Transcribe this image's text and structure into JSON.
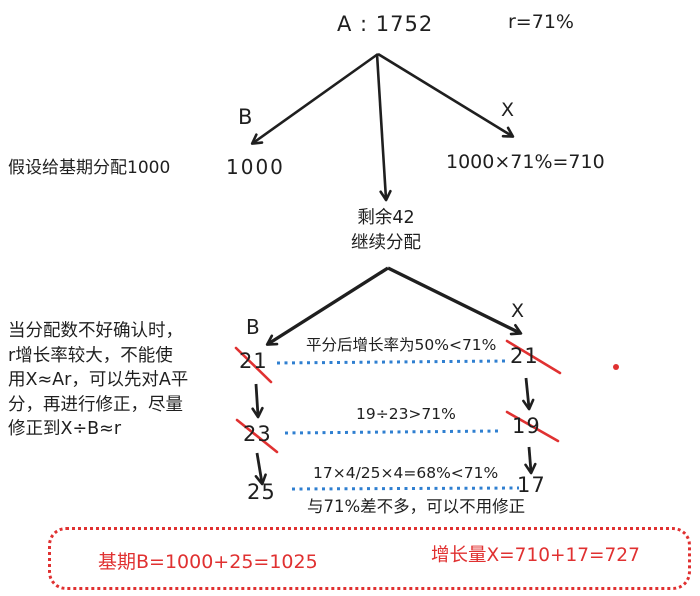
{
  "colors": {
    "ink": "#1f1f1f",
    "blue": "#2f7fd0",
    "red": "#e03131",
    "bg": "#ffffff"
  },
  "header": {
    "total_label": "A : 1752",
    "rate_label": "r=71%"
  },
  "tree1": {
    "left_branch_label": "B",
    "right_branch_label": "X",
    "left_value": "1000",
    "right_value": "1000×71%=710",
    "left_note": "假设给基期分配1000",
    "remainder_line1": "剩余42",
    "remainder_line2": "继续分配"
  },
  "tree2": {
    "left_branch_label": "B",
    "right_branch_label": "X"
  },
  "side_note": {
    "line1": "当分配数不好确认时，",
    "line2": "r增长率较大，不能使",
    "line3": "用X≈Ar，可以先对A平",
    "line4": "分，再进行修正，尽量",
    "line5": "修正到X÷B≈r"
  },
  "allocation_steps": {
    "rows": [
      {
        "b": "21",
        "x": "21",
        "b_crossed": true,
        "x_crossed": true,
        "note_above": "平分后增长率为50%<71%"
      },
      {
        "b": "23",
        "x": "19",
        "b_crossed": true,
        "x_crossed": true,
        "note_above": "19÷23>71%"
      },
      {
        "b": "25",
        "x": "17",
        "b_crossed": false,
        "x_crossed": false,
        "note_above": "17×4/25×4=68%<71%",
        "note_below": "与71%差不多，可以不用修正"
      }
    ]
  },
  "result_box": {
    "base_result": "基期B=1000+25=1025",
    "growth_result": "增长量X=710+17=727"
  }
}
